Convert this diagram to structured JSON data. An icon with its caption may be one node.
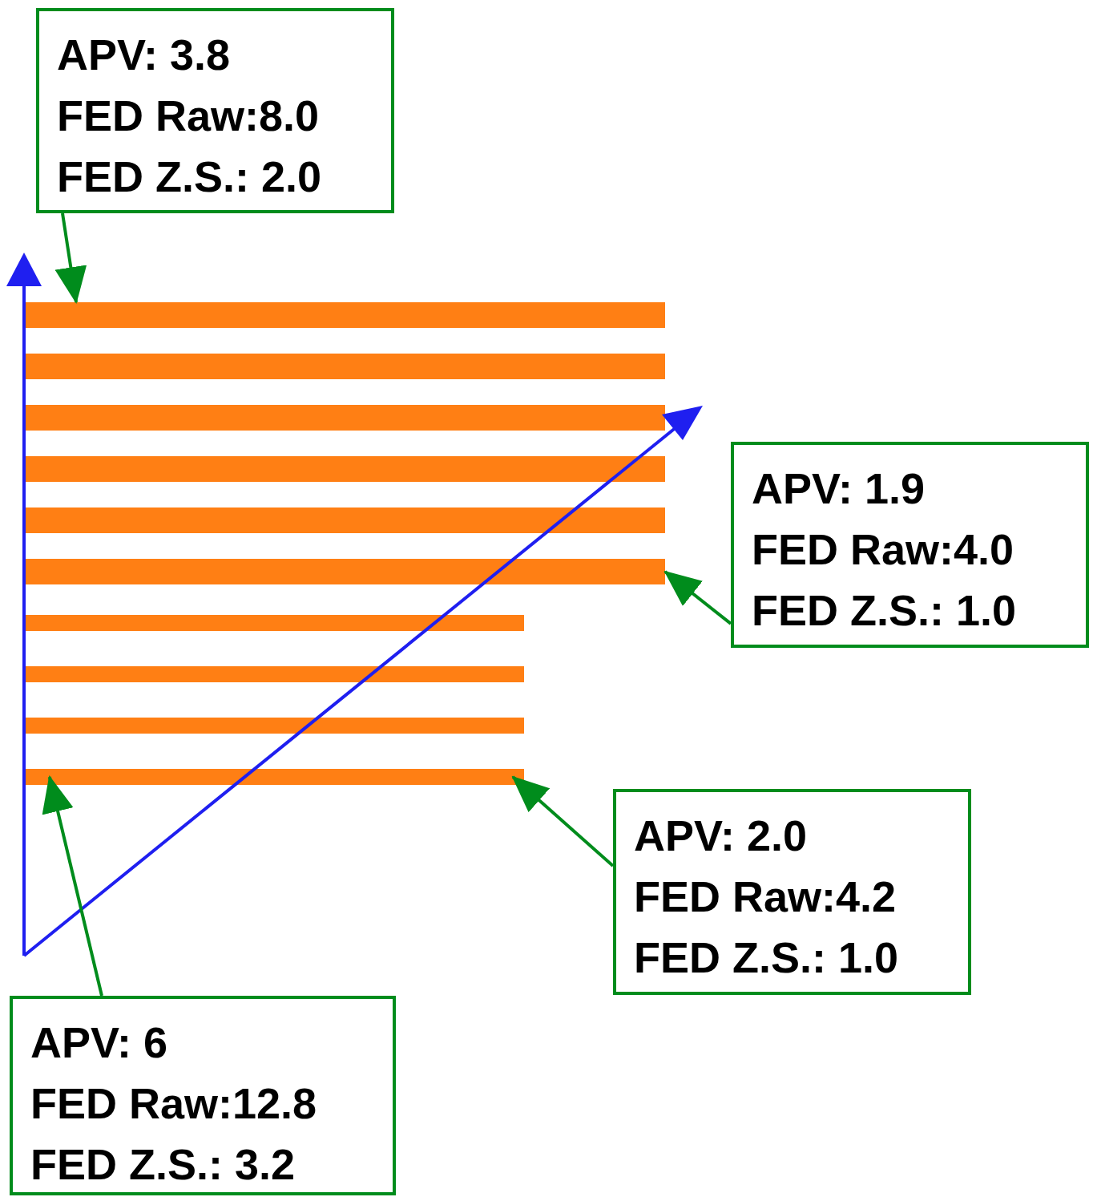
{
  "diagram": {
    "nodes": [
      {
        "text": [
          "APV: 3.8",
          "FED Raw:8.0",
          "FED Z.S.: 2.0"
        ]
      },
      {
        "text": [],
        "shape": "bar"
      },
      {
        "text": [],
        "shape": "bar"
      },
      {
        "text": [],
        "shape": "bar"
      },
      {
        "text": [],
        "shape": "bar"
      },
      {
        "text": [],
        "shape": "bar"
      },
      {
        "text": [],
        "shape": "bar"
      },
      {
        "text": [],
        "shape": "bar"
      },
      {
        "text": [],
        "shape": "bar"
      },
      {
        "text": [],
        "shape": "bar"
      },
      {
        "text": [],
        "shape": "bar"
      },
      {
        "text": [
          "APV: 1.9",
          "FED Raw:4.0",
          "FED Z.S.: 1.0"
        ]
      },
      {
        "text": [
          "APV: 2.0",
          "FED Raw:4.2",
          "FED Z.S.: 1.0"
        ]
      },
      {
        "text": [
          "APV: 6",
          "FED Raw:12.8",
          "FED Z.S.: 3.2"
        ]
      }
    ],
    "edges": [
      {
        "from": 0,
        "to": 1,
        "arrow": "to"
      },
      {
        "from": 11,
        "to": 6,
        "arrow": "to"
      },
      {
        "from": 12,
        "to": 10,
        "arrow": "to"
      },
      {
        "from": 13,
        "to": 10,
        "arrow": "to"
      }
    ]
  }
}
